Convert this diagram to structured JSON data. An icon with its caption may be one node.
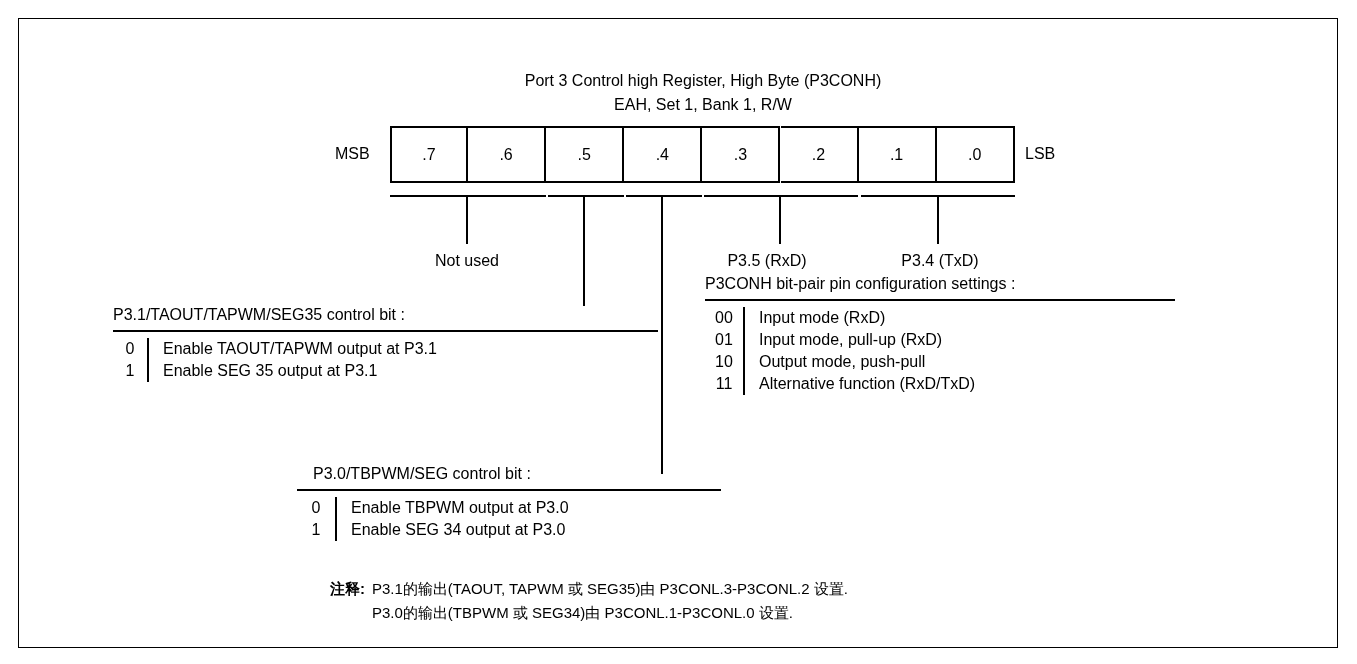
{
  "diagram": {
    "title": "Port 3 Control high Register, High Byte (P3CONH)",
    "nodes": [
      {
        "text": [],
        "shape": "bar"
      },
      {
        "text": [],
        "shape": "bar"
      },
      {
        "text": [],
        "shape": "bar"
      },
      {
        "text": [],
        "shape": "bar"
      },
      {
        "text": [],
        "shape": "bar"
      },
      {
        "text": [
          "Not used"
        ]
      },
      {
        "text": [
          "P3.5 (RxD)"
        ]
      },
      {
        "text": [
          "P3.4 (TxD)"
        ]
      },
      {
        "text": [
          "P3.1/TAOUT/TAPWM/SEG35 control bit :",
          "0",
          "Enable TAOUT/TAPWM output at P3.1",
          "1",
          "Enable SEG 35 output at P3.1"
        ]
      },
      {
        "text": [
          "P3CONH bit-pair pin configuration settings :",
          "00",
          "Input mode (RxD)",
          "01",
          "Input mode, pull-up (RxD)",
          "10",
          "Output mode, push-pull",
          "11",
          "Alternative function (RxD/TxD)"
        ]
      },
      {
        "text": [
          "P3.0/TBPWM/SEG control bit :",
          "0",
          "Enable TBPWM output at P3.0",
          "1",
          "Enable SEG 34 output at P3.0"
        ]
      }
    ],
    "edges": [
      {
        "from": 0,
        "to": 5,
        "arrow": "none"
      },
      {
        "from": 1,
        "to": 8,
        "arrow": "none"
      },
      {
        "from": 2,
        "to": 10,
        "arrow": "none"
      },
      {
        "from": 3,
        "to": 6,
        "arrow": "none"
      },
      {
        "from": 4,
        "to": 7,
        "arrow": "none"
      }
    ],
    "labels": [
      "EAH, Set 1, Bank 1, R/W",
      "MSB",
      ".7",
      ".6",
      ".5",
      ".4",
      ".3",
      ".2",
      ".1",
      ".0",
      "LSB",
      "注释:",
      "P3.1的输出(TAOUT, TAPWM 或 SEG35)由 P3CONL.3-P3CONL.2 设置.",
      "P3.0的输出(TBPWM 或 SEG34)由 P3CONL.1-P3CONL.0 设置."
    ]
  }
}
